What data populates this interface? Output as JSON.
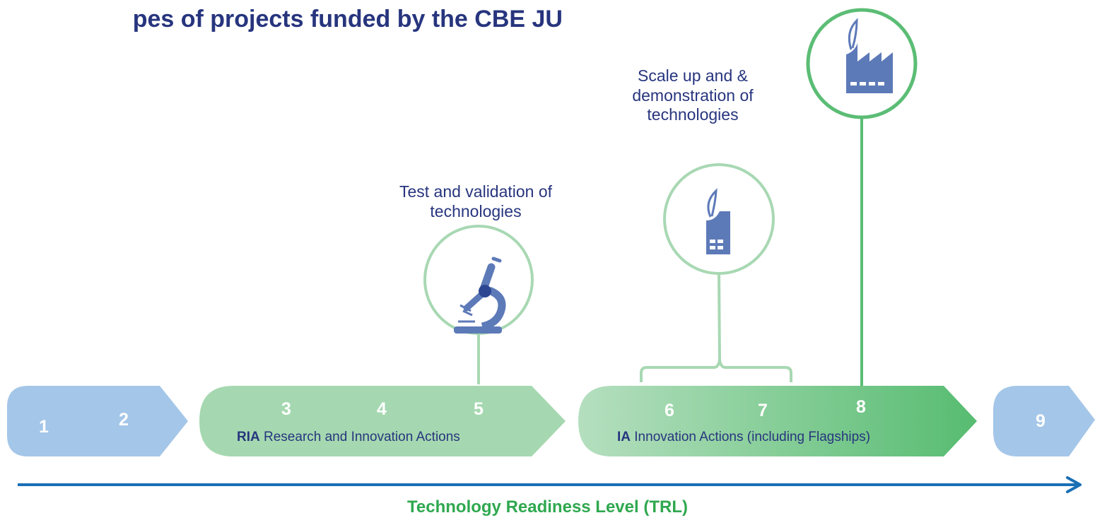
{
  "title": "pes of projects funded by the CBE JU",
  "labels": {
    "test_line1": "Test and validation of",
    "test_line2": "technologies",
    "scale_line1": "Scale up and  &",
    "scale_line2": "demonstration of",
    "scale_line3": "technologies"
  },
  "trl_levels": [
    "1",
    "2",
    "3",
    "4",
    "5",
    "6",
    "7",
    "8",
    "9"
  ],
  "phases": {
    "ria_abbr": "RIA",
    "ria_name": "Research and Innovation Actions",
    "ia_abbr": "IA",
    "ia_name": "Innovation Actions (including Flagships)"
  },
  "axis_title": "Technology Readiness Level (TRL)",
  "icons": {
    "test": "microscope-icon",
    "scale": "small-biorefinery-icon",
    "flagship": "large-biorefinery-icon"
  },
  "colors": {
    "title": "#27357e",
    "blue_chevron": "#a4c6e8",
    "ria_chevron": "#a5d8b0",
    "ia_start": "#b5dfbf",
    "ia_end": "#57bc71",
    "pale_circle": "#a8d8b3",
    "strong_circle": "#5bbd75",
    "icon": "#5d7ab8",
    "axis": "#1a6fb5",
    "axis_title": "#2fa84f"
  }
}
